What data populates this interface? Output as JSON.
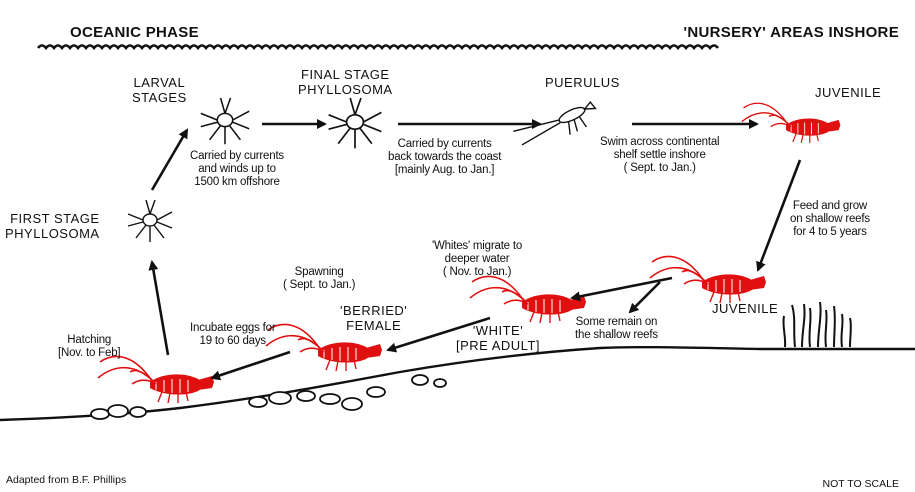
{
  "header": {
    "left": "OCEANIC PHASE",
    "right": "'NURSERY' AREAS INSHORE"
  },
  "stages": {
    "larval": "LARVAL\nSTAGES",
    "final_phyllosoma": "FINAL STAGE\nPHYLLOSOMA",
    "puerulus": "PUERULUS",
    "juvenile_top": "JUVENILE",
    "first_phyllosoma": "FIRST STAGE\nPHYLLOSOMA",
    "juvenile_reef": "JUVENILE",
    "berried_female": "'BERRIED'\nFEMALE",
    "white_pre_adult": "'WHITE'\n[PRE ADULT]"
  },
  "notes": {
    "larval_drift": "Carried by currents\nand winds up to\n1500 km offshore",
    "back_to_coast": "Carried by currents\nback towards the coast\n[mainly Aug. to Jan.]",
    "settle_inshore": "Swim across continental\nshelf settle inshore\n( Sept. to Jan.)",
    "feed_grow": "Feed and grow\non shallow reefs\nfor 4 to 5 years",
    "whites_migrate": "'Whites' migrate to\ndeeper water\n( Nov. to Jan.)",
    "some_remain": "Some remain on\nthe shallow reefs",
    "spawning": "Spawning\n( Sept. to Jan.)",
    "incubate": "Incubate eggs for\n19 to 60 days",
    "hatching": "Hatching\n[Nov. to Feb]"
  },
  "footer": {
    "credit": "Adapted from  B.F. Phillips",
    "scale": "NOT TO SCALE"
  },
  "colors": {
    "lobster": "#e01010",
    "ink": "#111111"
  }
}
